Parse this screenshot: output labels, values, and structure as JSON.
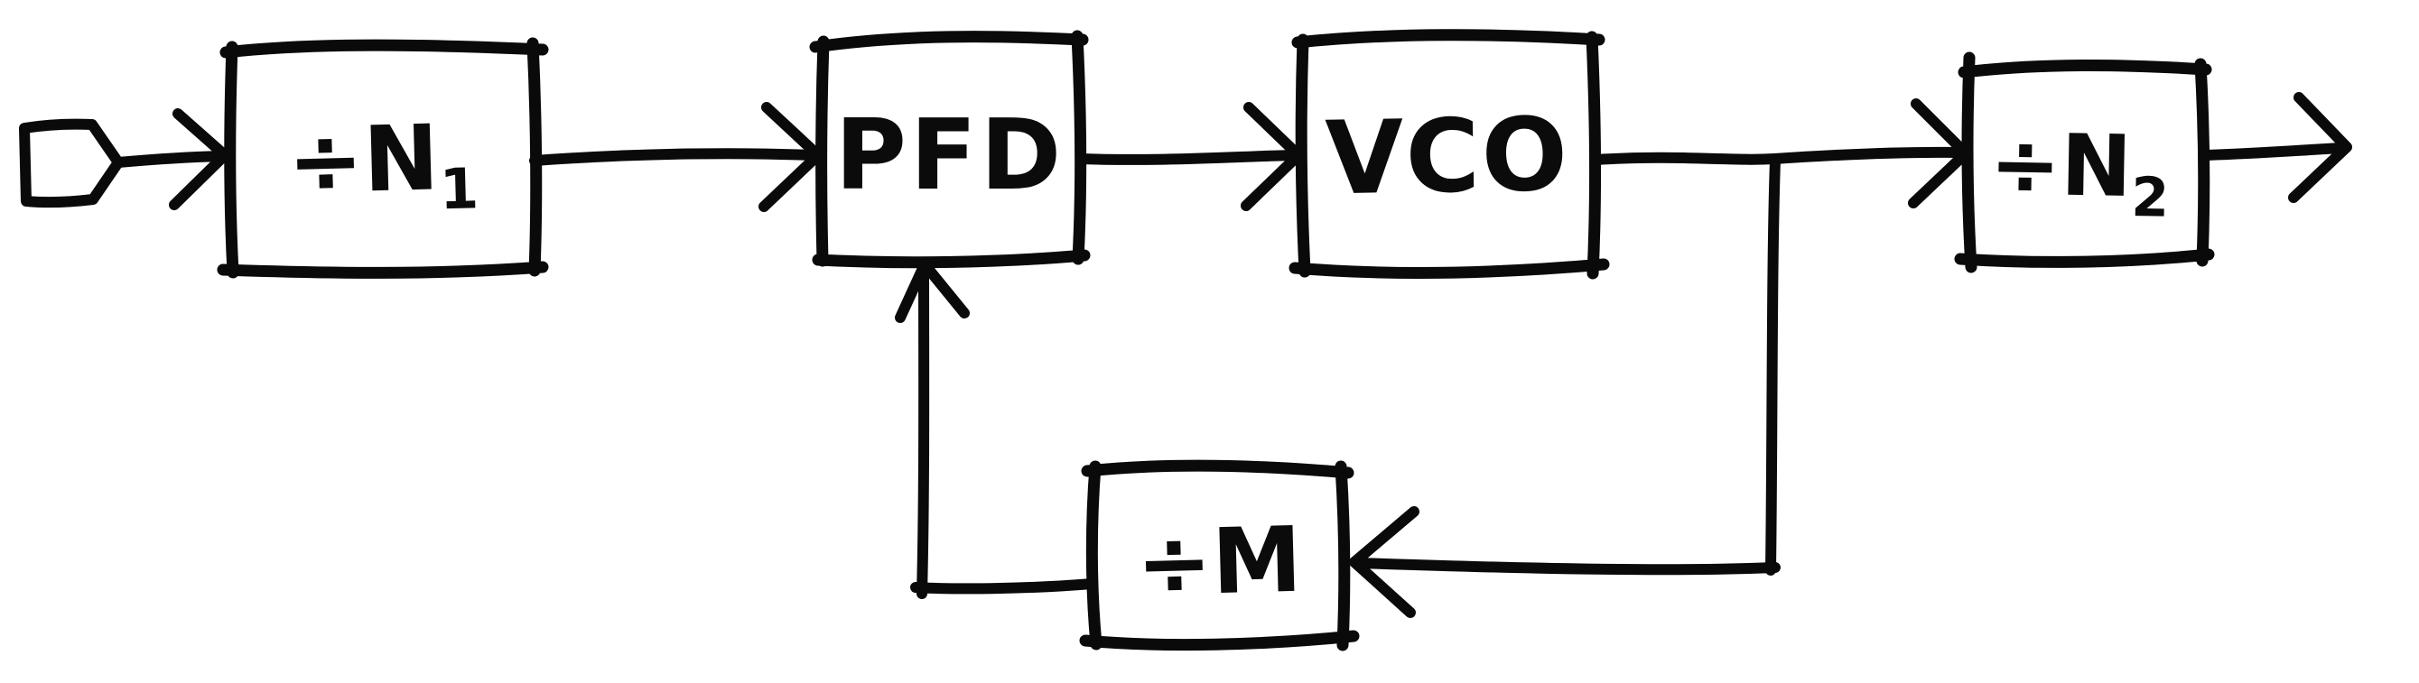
{
  "diagram": {
    "background_color": "#ffffff",
    "ink_color": "#0a0a0a",
    "style": "hand-drawn-sketch",
    "blocks": [
      {
        "name": "input-port",
        "shape": "pentagon-tag",
        "label": "",
        "subscript": ""
      },
      {
        "name": "divider-n1",
        "shape": "box",
        "label": "÷N",
        "subscript": "1"
      },
      {
        "name": "pfd",
        "shape": "box",
        "label": "PFD",
        "subscript": ""
      },
      {
        "name": "vco",
        "shape": "box",
        "label": "VCO",
        "subscript": ""
      },
      {
        "name": "divider-n2",
        "shape": "box",
        "label": "÷N",
        "subscript": "2"
      },
      {
        "name": "divider-m",
        "shape": "box",
        "label": "÷M",
        "subscript": ""
      }
    ],
    "connections": [
      {
        "from": "input-port",
        "to": "divider-n1",
        "style": "arrow"
      },
      {
        "from": "divider-n1",
        "to": "pfd",
        "style": "arrow"
      },
      {
        "from": "pfd",
        "to": "vco",
        "style": "arrow"
      },
      {
        "from": "vco",
        "to": "divider-n2",
        "style": "arrow"
      },
      {
        "from": "divider-n2",
        "to": "output",
        "style": "arrow"
      },
      {
        "from": "vco",
        "to": "divider-m",
        "style": "arrow",
        "path": "feedback-down-then-left"
      },
      {
        "from": "divider-m",
        "to": "pfd",
        "style": "arrow",
        "path": "feedback-left-then-up-into-pfd-bottom"
      }
    ]
  }
}
